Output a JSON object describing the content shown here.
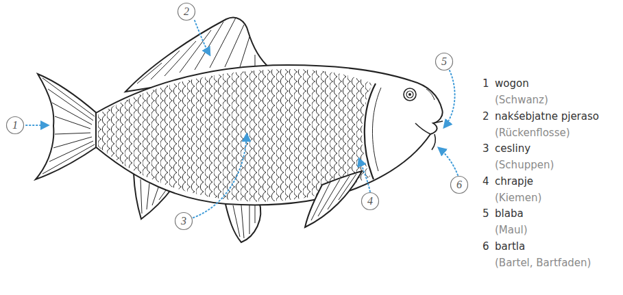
{
  "diagram": {
    "nodes": [
      {
        "text": [
          "1"
        ]
      },
      {
        "text": [
          "2"
        ]
      },
      {
        "text": [
          "3"
        ]
      },
      {
        "text": [
          "4"
        ]
      },
      {
        "text": [
          "5"
        ]
      },
      {
        "text": [
          "6"
        ]
      }
    ],
    "labels": [
      "1",
      "wogon",
      "(Schwanz)",
      "2",
      "nakśebjatne pjeraso",
      "(Rückenflosse)",
      "3",
      "cesliny",
      "(Schuppen)",
      "4",
      "chrapje",
      "(Kiemen)",
      "5",
      "blaba",
      "(Maul)",
      "6",
      "bartla",
      "(Bartel, Bartfaden)"
    ]
  }
}
